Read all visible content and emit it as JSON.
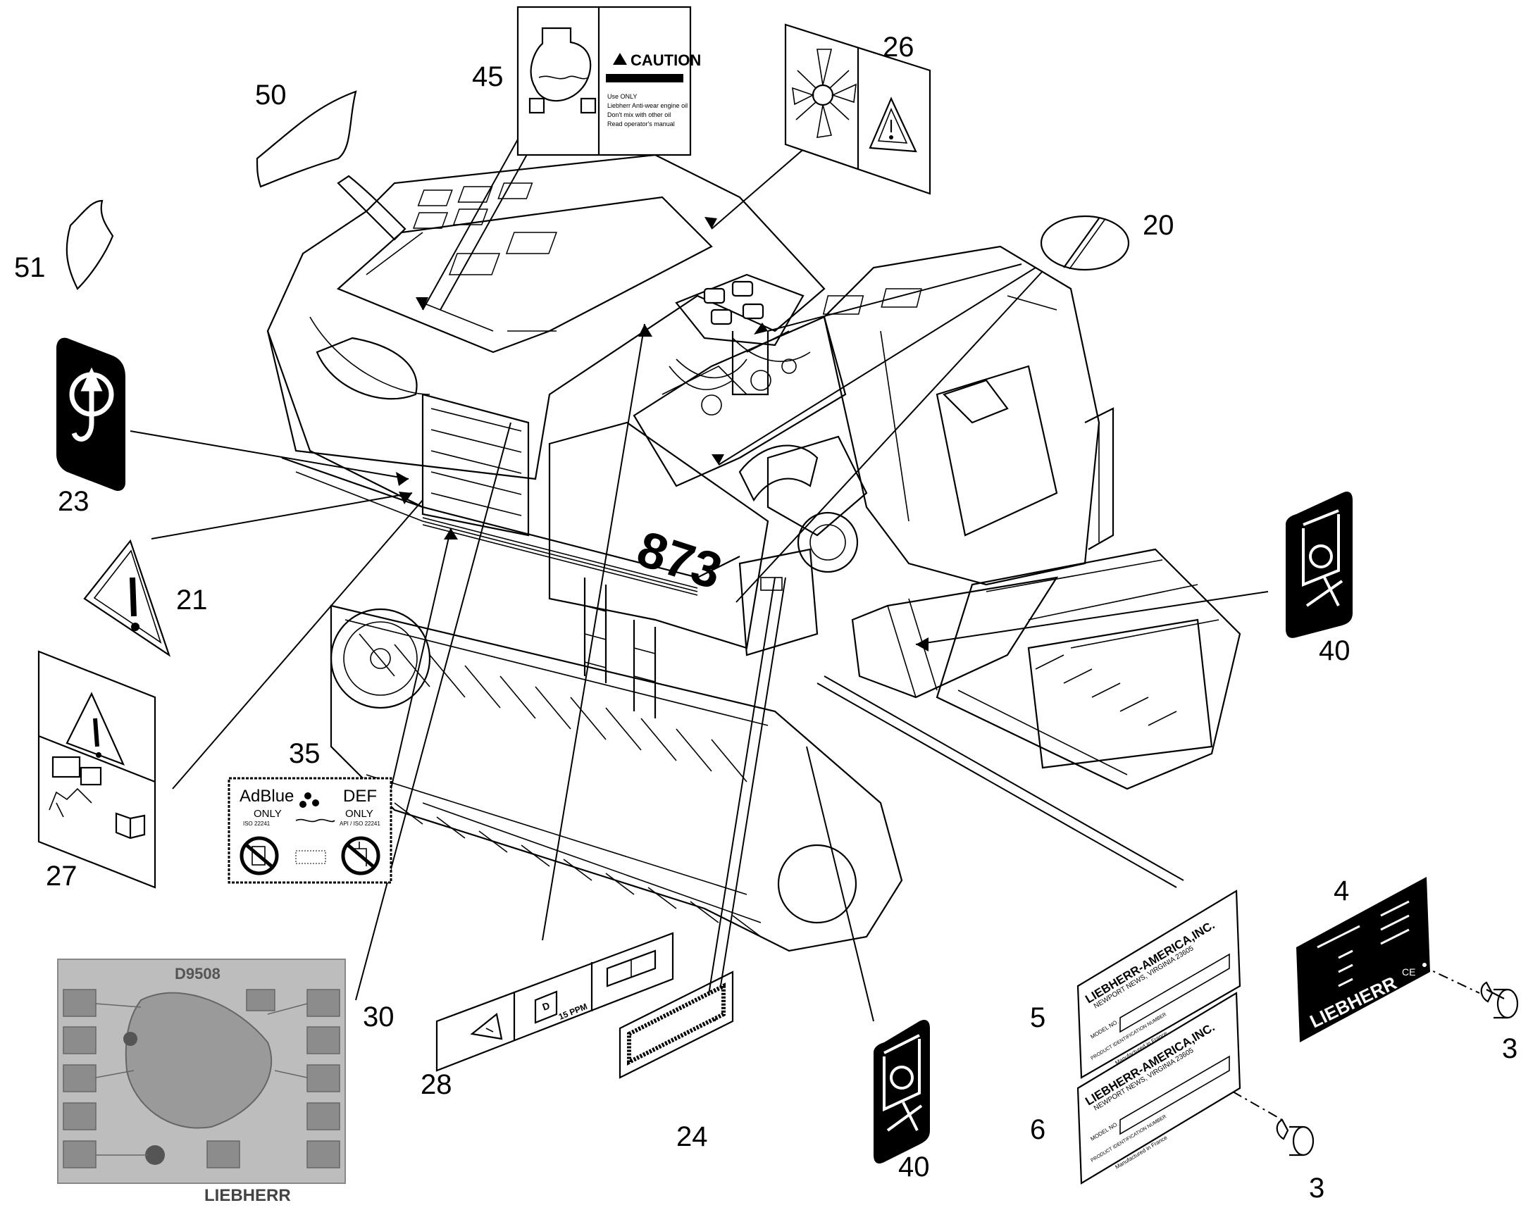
{
  "callouts": {
    "c50": "50",
    "c45": "45",
    "c26": "26",
    "c20": "20",
    "c51": "51",
    "c23": "23",
    "c21": "21",
    "c40a": "40",
    "c35": "35",
    "c27": "27",
    "c4": "4",
    "c30": "30",
    "c28": "28",
    "c24": "24",
    "c5": "5",
    "c3a": "3",
    "c6": "6",
    "c40b": "40",
    "c3b": "3"
  },
  "decals": {
    "caution": {
      "header": "CAUTION",
      "lines": [
        "Use ONLY",
        "Liebherr Anti-wear engine oil",
        "Don't mix with other oil",
        "Read operator's manual"
      ]
    },
    "adblue": {
      "left_title": "AdBlue",
      "left_sub": "ONLY",
      "left_small": "ISO 22241",
      "right_title": "DEF",
      "right_sub": "ONLY",
      "right_small": "API / ISO 22241"
    },
    "liebherr_plate_5": {
      "company": "LIEBHERR-AMERICA,INC.",
      "address": "NEWPORT NEWS, VIRGINIA 23605",
      "model_label": "MODEL NO.",
      "pin_label": "PRODUCT IDENTIFICATION NUMBER",
      "made": "Manufactured in France"
    },
    "liebherr_plate_6": {
      "company": "LIEBHERR-AMERICA,INC.",
      "address": "NEWPORT NEWS, VIRGINIA 23605",
      "model_label": "MODEL NO.",
      "pin_label": "PRODUCT IDENTIFICATION NUMBER",
      "made": "Manufactured in France"
    },
    "plate_4": {
      "brand": "LIEBHERR",
      "mark": "CE"
    },
    "overview": {
      "title": "D9508",
      "brand": "LIEBHERR"
    },
    "fuel": {
      "text": "15 PPM",
      "letter": "D"
    },
    "machine_number": "873"
  }
}
